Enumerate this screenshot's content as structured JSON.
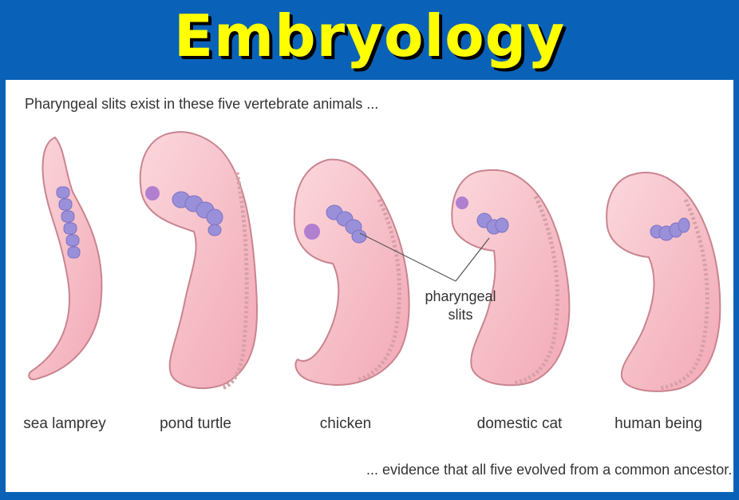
{
  "header": {
    "title": "Embryology"
  },
  "figure": {
    "intro": "Pharyngeal slits exist in these five vertebrate animals ...",
    "outro": "... evidence that all five evolved from a common ancestor.",
    "pointer_label": [
      "pharyngeal",
      "slits"
    ],
    "embryos": [
      {
        "label": "sea lamprey"
      },
      {
        "label": "pond turtle"
      },
      {
        "label": "chicken"
      },
      {
        "label": "domestic cat"
      },
      {
        "label": "human being"
      }
    ]
  },
  "colors": {
    "background": "#0a62b8",
    "title": "#ffff00",
    "embryo_fill": "#f7c2cc",
    "embryo_outline": "#c9848f",
    "slits": "#9a8fd9"
  }
}
